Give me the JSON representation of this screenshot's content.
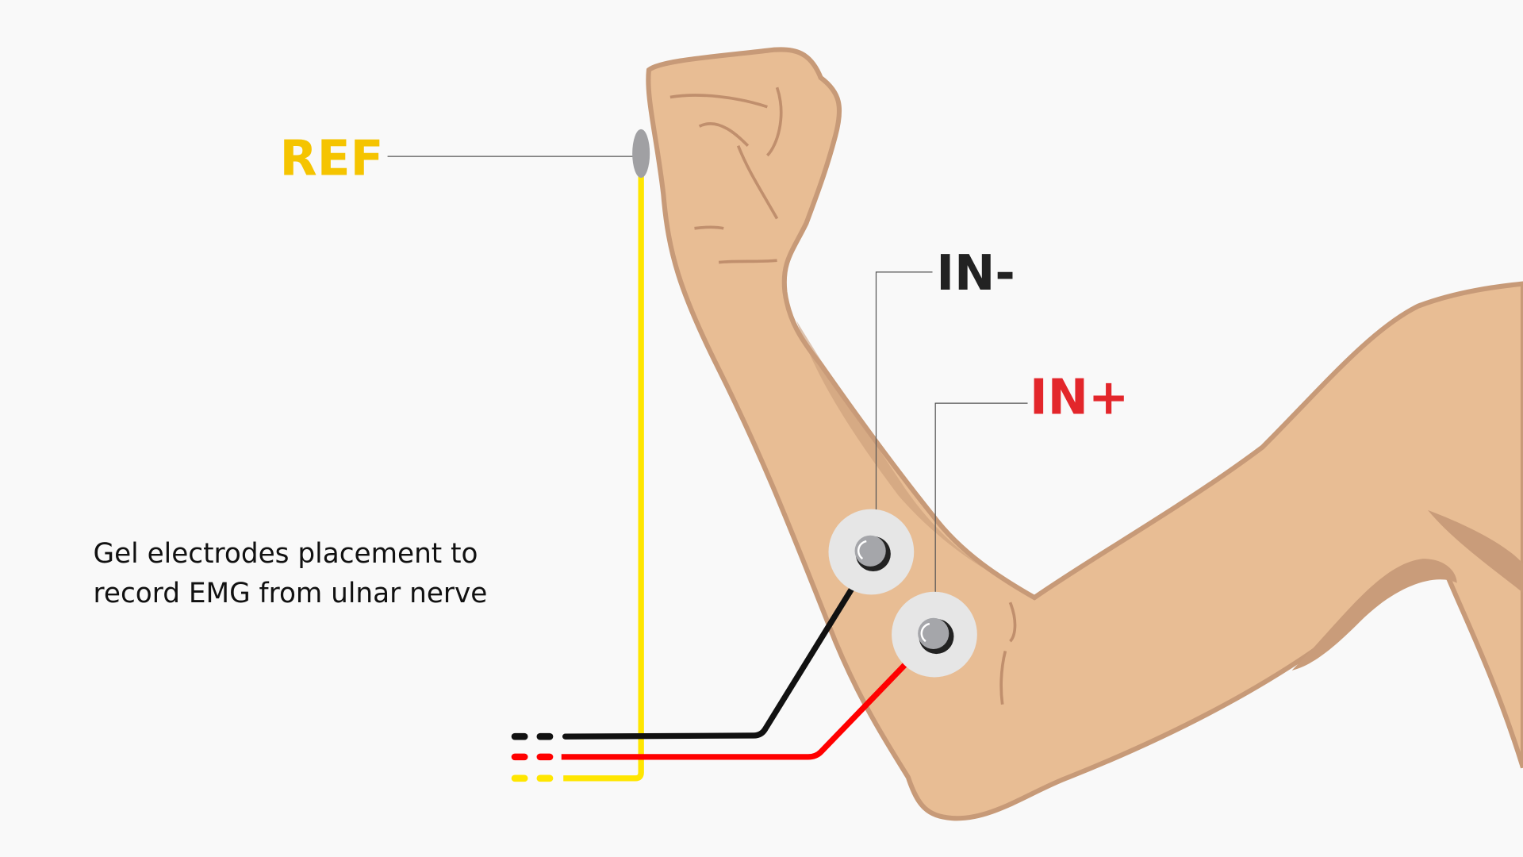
{
  "labels": {
    "ref": "REF",
    "in_minus": "IN-",
    "in_plus": "IN+"
  },
  "caption": {
    "line1": "Gel electrodes placement to",
    "line2": "record EMG from ulnar nerve"
  },
  "colors": {
    "background": "#f9f9f9",
    "skin": "#e8bd94",
    "skin_shadow": "#c79a78",
    "ref_wire": "#ffe600",
    "ref_label": "#f5c400",
    "in_minus_wire": "#111111",
    "in_plus_wire": "#ff0000",
    "in_plus_label": "#e3262b",
    "in_minus_label": "#222222"
  }
}
